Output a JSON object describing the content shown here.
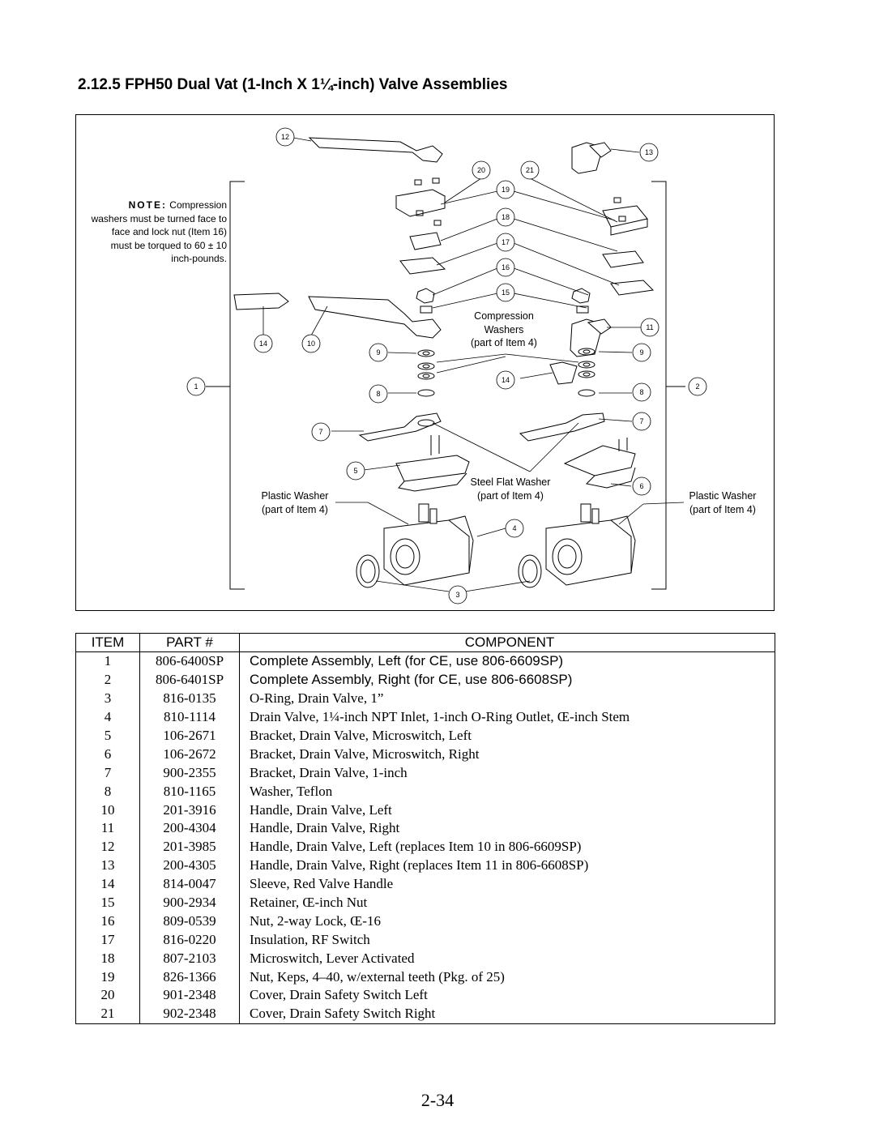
{
  "section_title": "2.12.5  FPH50 Dual Vat (1-Inch X 1¼-inch) Valve Assemblies",
  "diagram": {
    "note": "NOTE: Compression washers must be turned face to face and lock nut (Item 16) must be torqued to 60 ± 10 inch-pounds.",
    "note_head": "NOTE:",
    "note_body": " Compression washers must be turned face to face and lock nut (Item 16) must be torqued to 60 ± 10 inch-pounds.",
    "labels": {
      "compression_washers": "Compression Washers (part of Item 4)",
      "compression_washers_l1": "Compression",
      "compression_washers_l2": "Washers",
      "compression_washers_l3": "(part of Item 4)",
      "steel_flat_washer_l1": "Steel Flat Washer",
      "steel_flat_washer_l2": "(part of Item 4)",
      "plastic_washer_left_l1": "Plastic Washer",
      "plastic_washer_left_l2": "(part of Item 4)",
      "plastic_washer_right_l1": "Plastic Washer",
      "plastic_washer_right_l2": "(part of Item 4)"
    },
    "callouts": [
      "12",
      "13",
      "20",
      "21",
      "19",
      "18",
      "17",
      "16",
      "15",
      "14",
      "10",
      "9",
      "11",
      "1",
      "14",
      "8",
      "2",
      "8",
      "7",
      "7",
      "5",
      "6",
      "4",
      "3",
      "9"
    ]
  },
  "table": {
    "headers": {
      "item": "ITEM",
      "part": "PART #",
      "component": "COMPONENT"
    },
    "rows": [
      {
        "item": "1",
        "part": "806-6400SP",
        "component": "Complete Assembly, Left (for CE, use 806-6609SP)"
      },
      {
        "item": "2",
        "part": "806-6401SP",
        "component": "Complete Assembly, Right (for CE, use 806-6608SP)"
      },
      {
        "item": "3",
        "part": "816-0135",
        "component": "O-Ring, Drain Valve, 1”"
      },
      {
        "item": "4",
        "part": "810-1114",
        "component": "Drain Valve, 1¼-inch NPT Inlet, 1-inch O-Ring Outlet, Œ-inch Stem"
      },
      {
        "item": "5",
        "part": "106-2671",
        "component": "Bracket, Drain Valve, Microswitch, Left"
      },
      {
        "item": "6",
        "part": "106-2672",
        "component": "Bracket, Drain Valve, Microswitch, Right"
      },
      {
        "item": "7",
        "part": "900-2355",
        "component": "Bracket, Drain Valve, 1-inch"
      },
      {
        "item": "8",
        "part": "810-1165",
        "component": "Washer, Teflon"
      },
      {
        "item": "10",
        "part": "201-3916",
        "component": "Handle, Drain Valve, Left"
      },
      {
        "item": "11",
        "part": "200-4304",
        "component": "Handle, Drain Valve, Right"
      },
      {
        "item": "12",
        "part": "201-3985",
        "component": "Handle, Drain Valve, Left (replaces Item 10 in 806-6609SP)"
      },
      {
        "item": "13",
        "part": "200-4305",
        "component": "Handle, Drain Valve, Right (replaces Item 11 in 806-6608SP)"
      },
      {
        "item": "14",
        "part": "814-0047",
        "component": "Sleeve, Red Valve Handle"
      },
      {
        "item": "15",
        "part": "900-2934",
        "component": "Retainer, Œ-inch Nut"
      },
      {
        "item": "16",
        "part": "809-0539",
        "component": "Nut, 2-way Lock, Œ-16"
      },
      {
        "item": "17",
        "part": "816-0220",
        "component": "Insulation, RF Switch"
      },
      {
        "item": "18",
        "part": "807-2103",
        "component": "Microswitch, Lever Activated"
      },
      {
        "item": "19",
        "part": "826-1366",
        "component": "Nut, Keps, 4–40, w/external teeth (Pkg. of 25)"
      },
      {
        "item": "20",
        "part": "901-2348",
        "component": "Cover, Drain Safety Switch Left"
      },
      {
        "item": "21",
        "part": "902-2348",
        "component": "Cover, Drain Safety Switch Right"
      }
    ]
  },
  "page_number": "2-34"
}
